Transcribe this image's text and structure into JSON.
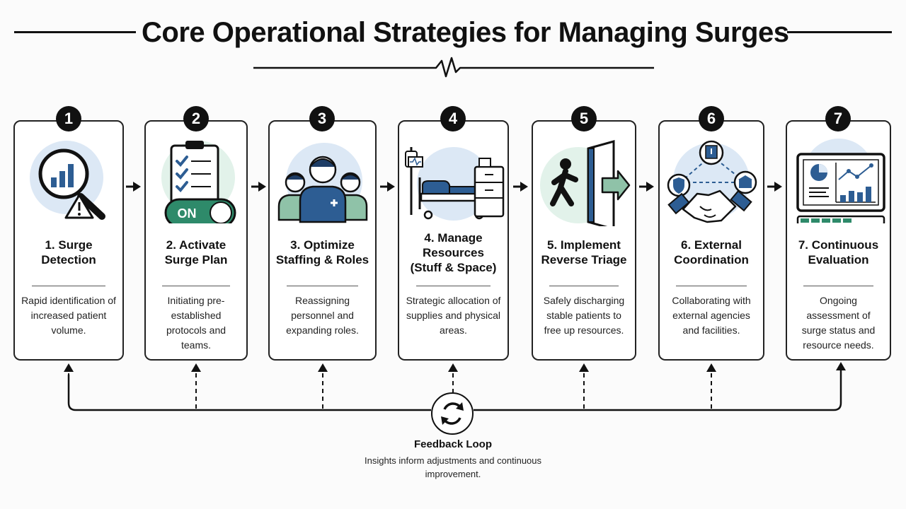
{
  "title": "Core Operational Strategies for Managing Surges",
  "steps": [
    {
      "number": "1",
      "title": "1. Surge\nDetection",
      "description": "Rapid identification of increased patient volume.",
      "icon": "magnifier-chart-icon"
    },
    {
      "number": "2",
      "title": "2. Activate\nSurge Plan",
      "description": "Initiating pre-established protocols and teams.",
      "icon": "checklist-switch-icon",
      "toggle_label": "ON"
    },
    {
      "number": "3",
      "title": "3. Optimize\nStaffing & Roles",
      "description": "Reassigning personnel and expanding roles.",
      "icon": "staff-group-icon"
    },
    {
      "number": "4",
      "title": "4. Manage\nResources\n(Stuff & Space)",
      "description": "Strategic allocation of supplies and physical areas.",
      "icon": "hospital-bed-icon"
    },
    {
      "number": "5",
      "title": "5. Implement\nReverse Triage",
      "description": "Safely discharging stable patients to free up resources.",
      "icon": "exit-door-icon"
    },
    {
      "number": "6",
      "title": "6. External\nCoordination",
      "description": "Collaborating with external agencies and facilities.",
      "icon": "handshake-network-icon"
    },
    {
      "number": "7",
      "title": "7. Continuous\nEvaluation",
      "description": "Ongoing assessment of surge status and resource needs.",
      "icon": "monitor-dashboard-icon"
    }
  ],
  "feedback_loop": {
    "title": "Feedback Loop",
    "description": "Insights inform adjustments and continuous improvement.",
    "icon": "refresh-cycle-icon"
  },
  "colors": {
    "navy": "#2d5d93",
    "light_blue": "#dce8f5",
    "green": "#2e8a6a",
    "light_green": "#e2f2ea",
    "ink": "#111111"
  }
}
